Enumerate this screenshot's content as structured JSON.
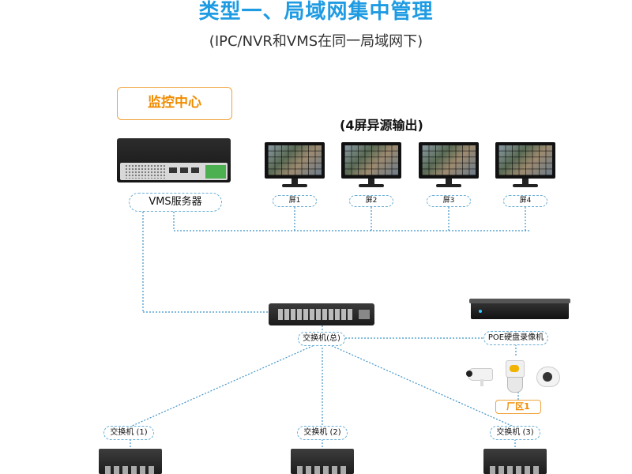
{
  "title": "类型一、局域网集中管理",
  "subtitle": "(IPC/NVR和VMS在同一局域网下)",
  "monitor_center": "监控中心",
  "multi_screen_label": "(4屏异源输出)",
  "vms_server_label": "VMS服务器",
  "screens": [
    "屏1",
    "屏2",
    "屏3",
    "屏4"
  ],
  "main_switch_label": "交换机(总)",
  "poe_nvr_label": "POE硬盘录像机",
  "area_label": "厂区1",
  "branch_switches": [
    "交换机 (1)",
    "交换机 (2)",
    "交换机 (3)"
  ],
  "colors": {
    "title": "#1e9be2",
    "accent_orange": "#f08c00",
    "dotted_line": "#3f93c8"
  },
  "icons": {
    "vms_server": "rack-server-icon",
    "monitor": "monitor-icon",
    "main_switch": "poe-switch-icon",
    "nvr": "nvr-recorder-icon",
    "cameras": [
      "bullet-camera-icon",
      "ptz-camera-icon",
      "dome-camera-icon"
    ],
    "branch_switch": "desktop-switch-icon"
  }
}
